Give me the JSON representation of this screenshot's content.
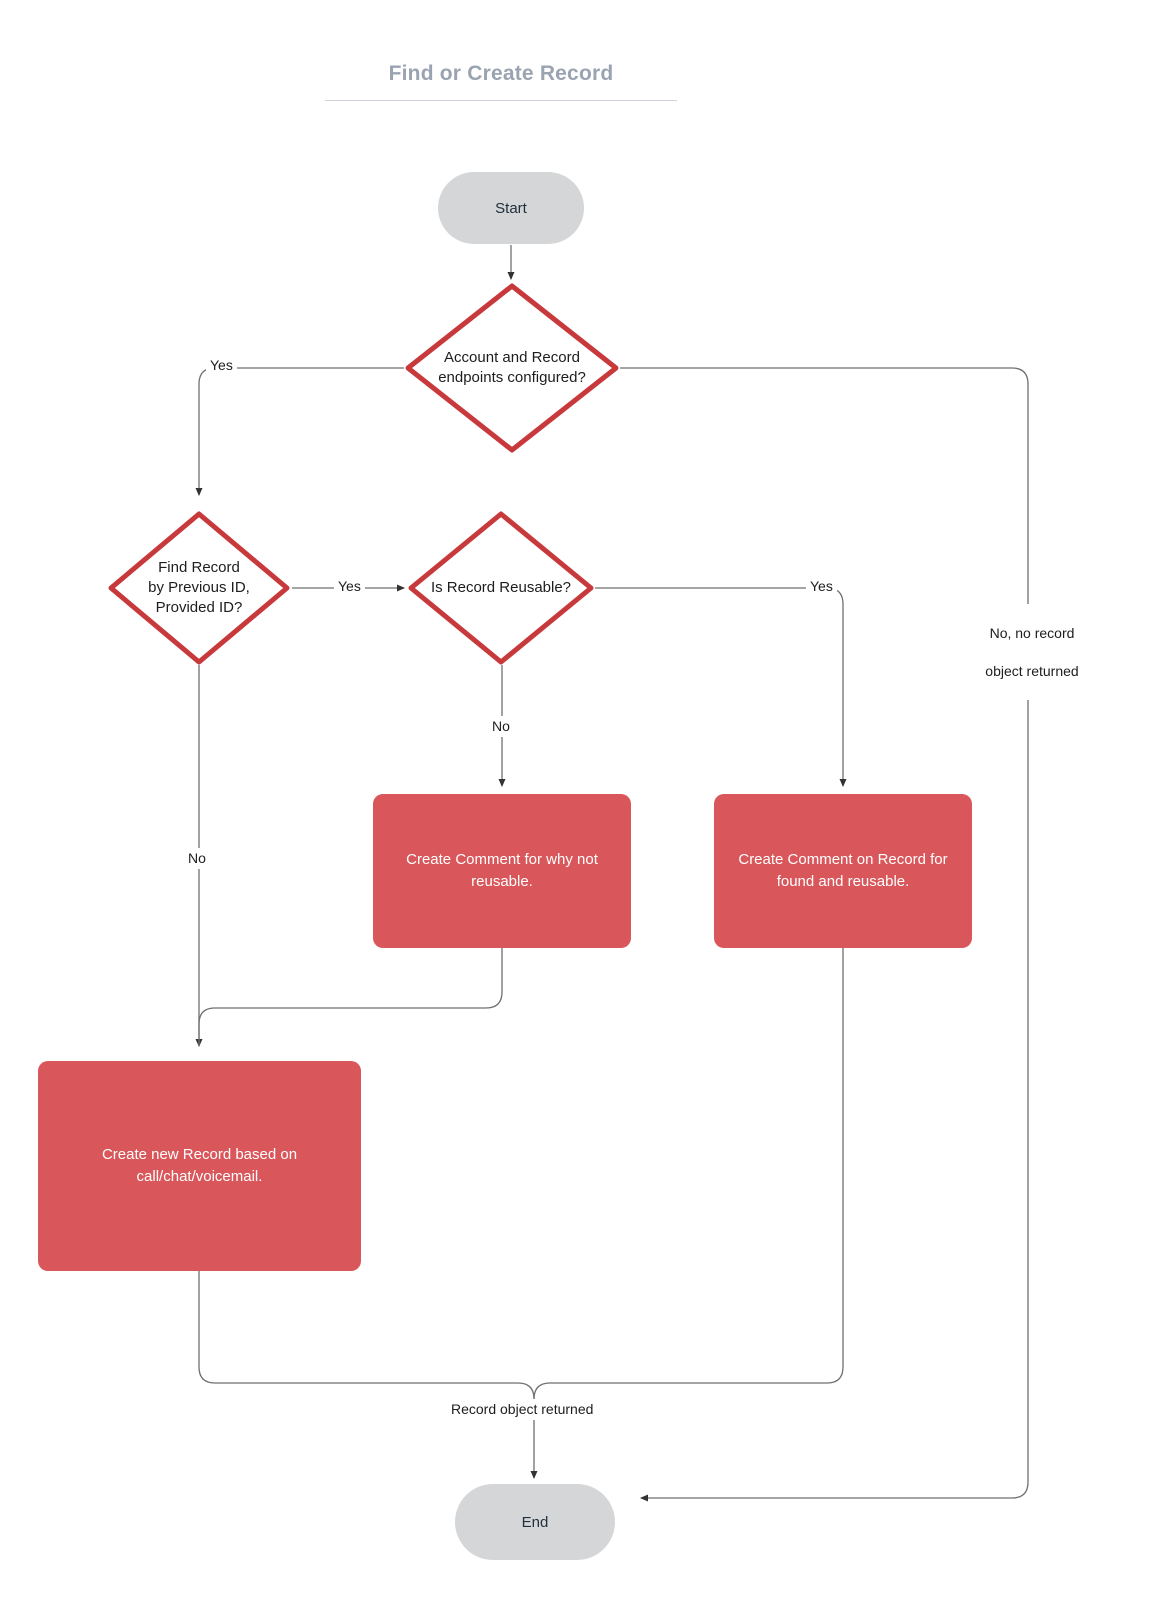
{
  "diagram": {
    "title": "Find or Create Record",
    "colors": {
      "title": "#9aa3b2",
      "terminator_fill": "#d5d6d8",
      "process_fill": "#d9565a",
      "decision_stroke": "#c8393c",
      "connector": "#6f6f6f",
      "text_dark": "#1d1d1d",
      "text_light": "#ffffff"
    },
    "nodes": {
      "start": {
        "label": "Start",
        "shape": "terminator"
      },
      "endpoints_configured": {
        "label": "Account and Record endpoints configured?",
        "lines": [
          "Account and Record",
          "endpoints configured?"
        ],
        "shape": "decision"
      },
      "find_record": {
        "label": "Find Record by Previous ID, Provided ID?",
        "lines": [
          "Find Record",
          "by Previous ID,",
          "Provided ID?"
        ],
        "shape": "decision"
      },
      "record_reusable": {
        "label": "Is Record Reusable?",
        "lines": [
          "Is Record Reusable?"
        ],
        "shape": "decision"
      },
      "comment_not_reusable": {
        "label": "Create Comment for why not reusable.",
        "lines": [
          "Create Comment for why not",
          "reusable."
        ],
        "shape": "process"
      },
      "comment_found_reusable": {
        "label": "Create Comment on Record for found and reusable.",
        "lines": [
          "Create Comment on Record for",
          "found and reusable."
        ],
        "shape": "process"
      },
      "create_new_record": {
        "label": "Create new Record based on call/chat/voicemail.",
        "lines": [
          "Create new Record based on",
          "call/chat/voicemail."
        ],
        "shape": "process"
      },
      "end": {
        "label": "End",
        "shape": "terminator"
      }
    },
    "edge_labels": {
      "configured_yes": "Yes",
      "configured_no": "No, no record\nobject returned",
      "configured_no_lines": [
        "No, no record",
        "object returned"
      ],
      "find_yes": "Yes",
      "find_no": "No",
      "reusable_yes": "Yes",
      "reusable_no": "No",
      "record_returned": "Record object returned"
    }
  }
}
